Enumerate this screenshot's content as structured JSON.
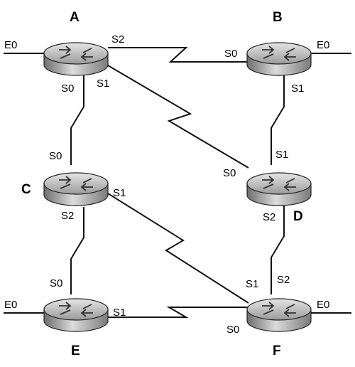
{
  "routers": {
    "A": {
      "name": "A",
      "e0": "E0",
      "s0": "S0",
      "s1": "S1",
      "s2": "S2"
    },
    "B": {
      "name": "B",
      "e0": "E0",
      "s0": "S0",
      "s1": "S1"
    },
    "C": {
      "name": "C",
      "s0": "S0",
      "s1": "S1",
      "s2": "S2"
    },
    "D": {
      "name": "D",
      "s0": "S0",
      "s1": "S1",
      "s2": "S2"
    },
    "E": {
      "name": "E",
      "e0": "E0",
      "s0": "S0",
      "s1": "S1"
    },
    "F": {
      "name": "F",
      "e0": "E0",
      "s0": "S0",
      "s1": "S1",
      "s2": "S2"
    }
  }
}
